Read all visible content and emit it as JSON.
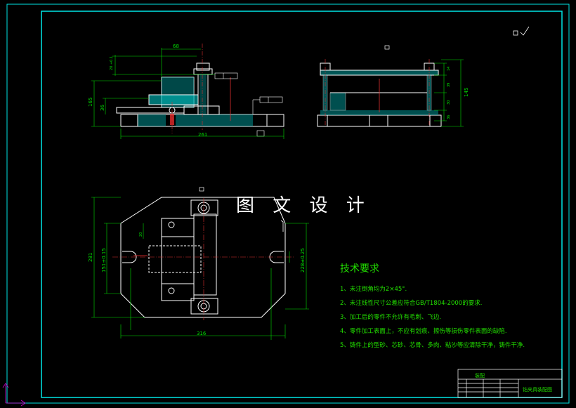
{
  "watermark": "图 文 设 计",
  "dimensions": {
    "d68": "68",
    "d20_01": "20 +0.1",
    "d165": "165",
    "d36": "36",
    "d261": "261",
    "d14": "14",
    "d39": "39",
    "d30": "30",
    "d36b": "36",
    "d145": "145",
    "d281": "281",
    "d151": "151±0.15",
    "d228": "228±0.25",
    "d316": "316",
    "d20": "20"
  },
  "technical_requirements": {
    "title": "技术要求",
    "items": [
      "1、未注倒角均为2×45°.",
      "2、未注线性尺寸公差应符合GB/T1804-2000的要求.",
      "3、加工后的零件不允许有毛刺、飞边.",
      "4、零件加工表面上，不应有划痕、擦伤等损伤零件表面的缺陷.",
      "5、铸件上的型砂、芯砂、芯骨、多肉、粘沙等应清除干净，铸件干净."
    ]
  },
  "title_block": {
    "name": "钻夹具装配图",
    "top_cell": "装配"
  },
  "colors": {
    "frame": "#00e5e5",
    "outline": "#ffffff",
    "dimension": "#00e000",
    "centerline": "#e03030",
    "hatch": "#00c0c0",
    "notes": "#22e000",
    "axis": "#cc00cc"
  }
}
